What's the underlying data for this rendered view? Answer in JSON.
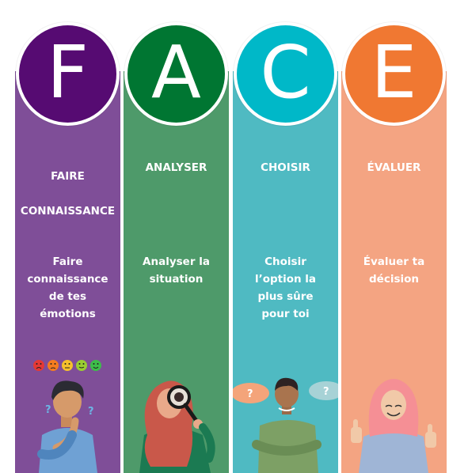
{
  "columns": [
    {
      "letter": "F",
      "heading": "FAIRE\nCONNAISSANCE",
      "description": "Faire\nconnaissance\nde tes\némotions",
      "circle_color": "#560B72",
      "strip_color": "#7F4E98"
    },
    {
      "letter": "A",
      "heading": "ANALYSER",
      "description": "Analyser la\nsituation",
      "circle_color": "#007632",
      "strip_color": "#4E9A6A"
    },
    {
      "letter": "C",
      "heading": "CHOISIR",
      "description": "Choisir\nl’option la\nplus sûre\npour toi",
      "circle_color": "#00B8C8",
      "strip_color": "#4FBAC2"
    },
    {
      "letter": "E",
      "heading": "ÉVALUER",
      "description": "Évaluer ta\ndécision",
      "circle_color": "#F07832",
      "strip_color": "#F4A482"
    }
  ],
  "bubbles": {
    "left": "?",
    "right": "?"
  },
  "icons": [
    "emotion-faces-icon",
    "thinking-person-icon",
    "magnifying-glass-person-icon",
    "choosing-person-icon",
    "thumbs-up-person-icon"
  ]
}
